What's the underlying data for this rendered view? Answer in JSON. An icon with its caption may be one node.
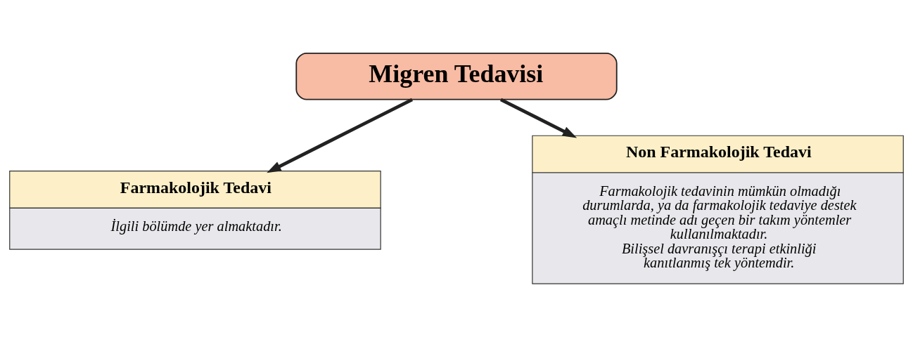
{
  "diagram": {
    "nodes": [
      {
        "text": [
          "Migren Tedavisi"
        ]
      },
      {
        "text": [
          "Farmakolojik Tedavi",
          "İlgili bölümde yer almaktadır."
        ]
      },
      {
        "text": [
          "Non Farmakolojik Tedavi",
          "Farmakolojik tedavinin mümkün olmadığı durumlarda, ya da farmakolojik tedaviye destek amaçlı metinde adı geçen bir takım yöntemler kullanılmaktadır.",
          "Bilişsel davranışçı terapi etkinliği kanıtlanmış tek yöntemdir."
        ]
      }
    ],
    "edges": [
      {
        "from": 0,
        "to": 1,
        "arrow": "to"
      },
      {
        "from": 0,
        "to": 2,
        "arrow": "to"
      }
    ]
  }
}
